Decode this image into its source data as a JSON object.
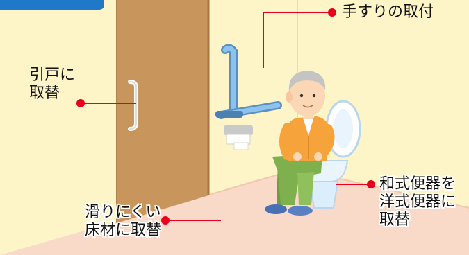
{
  "labels": {
    "handrail": "手すりの取付",
    "sliding_door": [
      "引戸に",
      "取替"
    ],
    "flooring": [
      "滑りにくい",
      "床材に取替"
    ],
    "toilet": [
      "和式便器を",
      "洋式便器に",
      "取替"
    ]
  },
  "colors": {
    "wall": "#fdf4c8",
    "floor": "#f9d9c8",
    "door": "#c8965c",
    "handrail": "#7ab6e6",
    "marker": "#e8001c",
    "banner": "#1f78c8"
  },
  "icons": [
    "elderly-man",
    "toilet",
    "handrail",
    "sliding-door",
    "toilet-paper-holder"
  ]
}
